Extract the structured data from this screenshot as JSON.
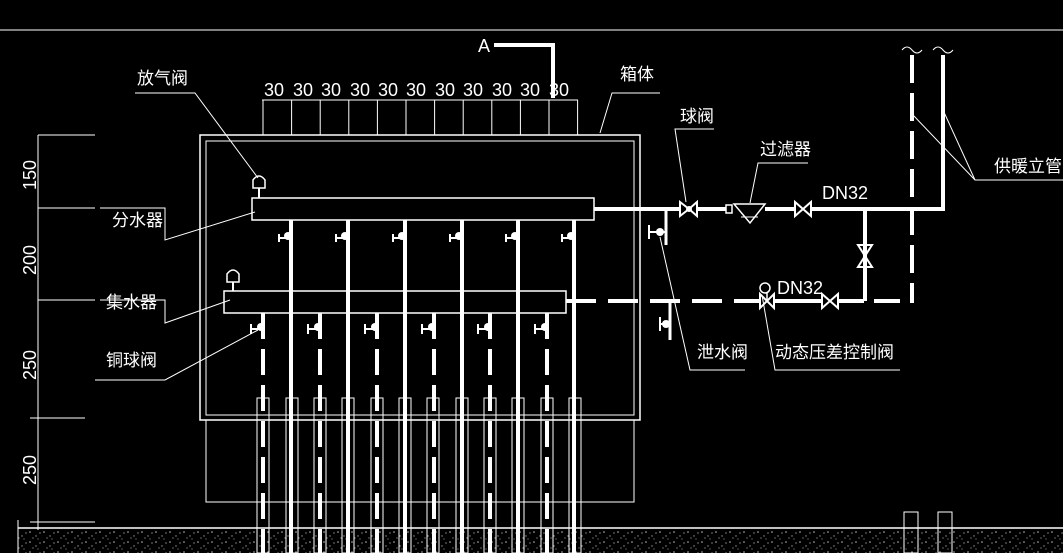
{
  "section_mark": "A",
  "dimensions": {
    "top_spacing": [
      "30",
      "30",
      "30",
      "30",
      "30",
      "30",
      "30",
      "30",
      "30",
      "30",
      "30"
    ],
    "left_heights": [
      "150",
      "200",
      "250",
      "250"
    ]
  },
  "labels": {
    "air_vent": "放气阀",
    "supply_manifold": "分水器",
    "return_manifold": "集水器",
    "copper_ball_valve": "铜球阀",
    "cabinet": "箱体",
    "ball_valve": "球阀",
    "filter": "过滤器",
    "pipe_size_supply": "DN32",
    "pipe_size_return": "DN32",
    "drain_valve": "泄水阀",
    "dp_control_valve": "动态压差控制阀",
    "riser": "供暖立管"
  }
}
